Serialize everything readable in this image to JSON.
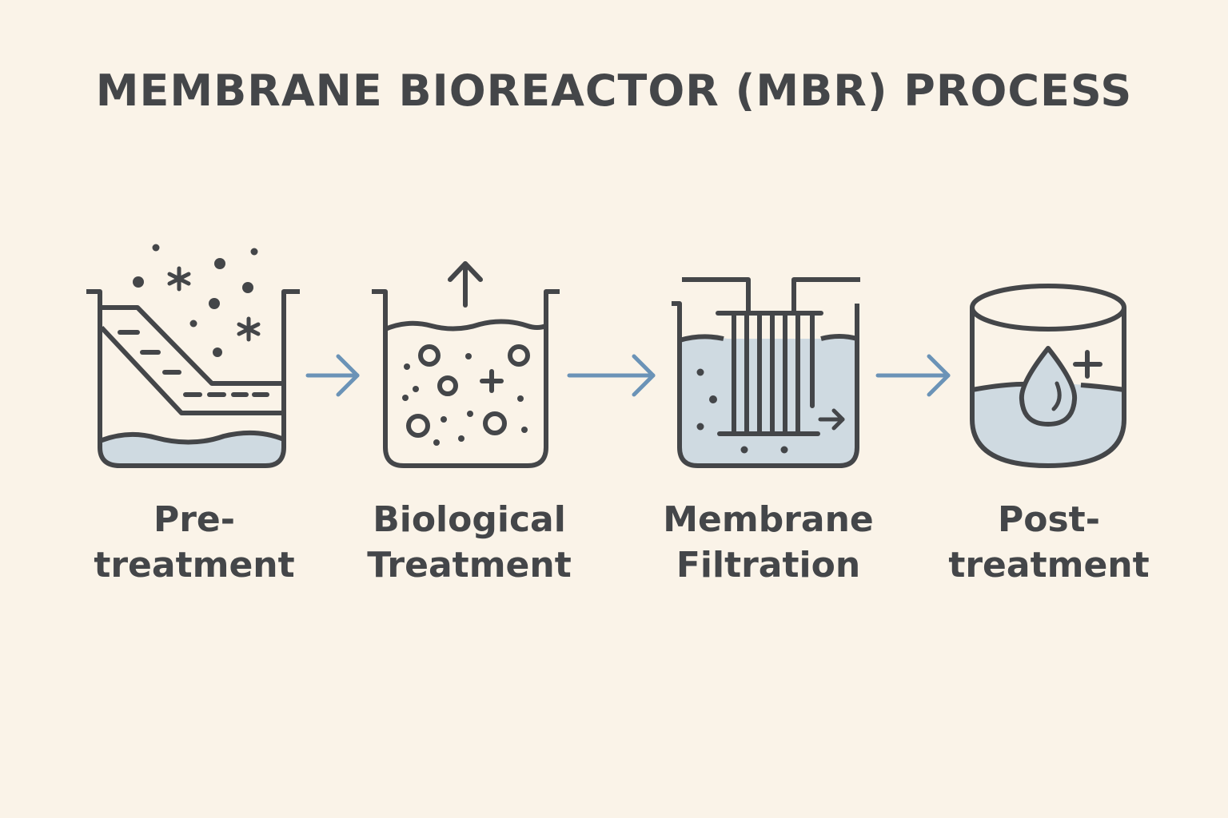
{
  "title": "MEMBRANE BIOREACTOR (MBR) PROCESS",
  "colors": {
    "background": "#faf3e8",
    "stroke": "#444649",
    "water": "#cfdae1",
    "arrow": "#6b93b7"
  },
  "stages": [
    {
      "icon": "pretreatment-tank-icon",
      "label_line1": "Pre-",
      "label_line2": "treatment"
    },
    {
      "icon": "biological-tank-icon",
      "label_line1": "Biological",
      "label_line2": "Treatment"
    },
    {
      "icon": "membrane-module-icon",
      "label_line1": "Membrane",
      "label_line2": "Filtration"
    },
    {
      "icon": "clean-water-tank-icon",
      "label_line1": "Post-",
      "label_line2": "treatment"
    }
  ]
}
